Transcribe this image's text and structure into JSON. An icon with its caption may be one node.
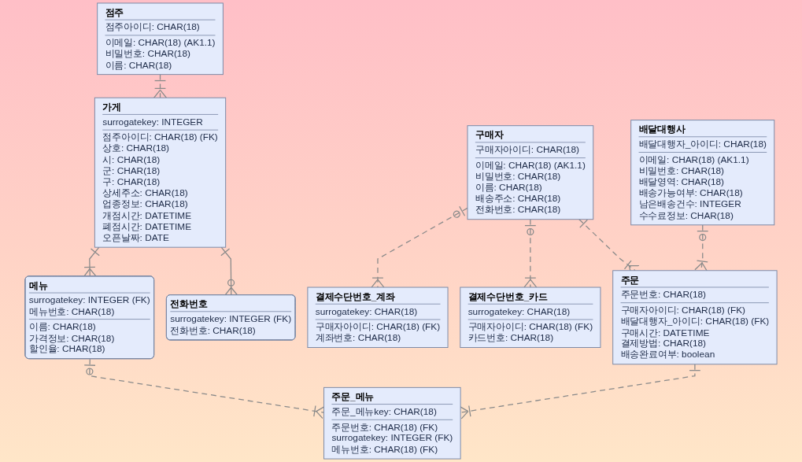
{
  "diagram": {
    "nodes": [
      {
        "text": [
          "점주",
          "점주아이디: CHAR(18)",
          "이메일: CHAR(18) (AK1.1)",
          "비밀번호: CHAR(18)",
          "이름: CHAR(18)"
        ]
      },
      {
        "text": [
          "가게",
          "surrogatekey: INTEGER",
          "점주아이디: CHAR(18) (FK)",
          "상호: CHAR(18)",
          "시: CHAR(18)",
          "군: CHAR(18)",
          "구: CHAR(18)",
          "상세주소: CHAR(18)",
          "업종정보: CHAR(18)",
          "개점시간: DATETIME",
          "폐점시간: DATETIME",
          "오픈날짜: DATE"
        ]
      },
      {
        "text": [
          "전화번호",
          "surrogatekey: INTEGER (FK)",
          "전화번호: CHAR(18)"
        ]
      },
      {
        "text": [
          "구매자",
          "구매자아이디: CHAR(18)",
          "이메일: CHAR(18) (AK1.1)",
          "비밀번호: CHAR(18)",
          "이름: CHAR(18)",
          "배송주소: CHAR(18)",
          "전화번호: CHAR(18)"
        ]
      },
      {
        "text": [
          "결제수단번호_카드",
          "surrogatekey: CHAR(18)",
          "구매자아이디: CHAR(18) (FK)",
          "카드번호: CHAR(18)"
        ]
      },
      {
        "text": [
          "결제수단번호_계좌",
          "surrogatekey: CHAR(18)",
          "구매자아이디: CHAR(18) (FK)",
          "계좌번호: CHAR(18)"
        ]
      },
      {
        "text": [
          "주문",
          "주문번호: CHAR(18)",
          "구매자아이디: CHAR(18) (FK)",
          "배달대행자_아이디: CHAR(18) (FK)",
          "구매시간: DATETIME",
          "결제방법: CHAR(18)",
          "배송완료여부: boolean"
        ]
      },
      {
        "text": [
          "배달대행사",
          "배달대행자_아이디: CHAR(18)",
          "이메일: CHAR(18) (AK1.1)",
          "비밀번호: CHAR(18)",
          "배달영역: CHAR(18)",
          "배송가능여부: CHAR(18)",
          "남은배송건수: INTEGER",
          "수수료정보: CHAR(18)"
        ]
      },
      {
        "text": [
          "메뉴",
          "surrogatekey: INTEGER (FK)",
          "메뉴번호: CHAR(18)",
          "이름: CHAR(18)",
          "가격정보: CHAR(18)",
          "할인율: CHAR(18)"
        ]
      },
      {
        "text": [
          "주문_메뉴",
          "주문_메뉴key: CHAR(18)",
          "주문번호: CHAR(18) (FK)",
          "surrogatekey: INTEGER (FK)",
          "메뉴번호: CHAR(18) (FK)"
        ]
      }
    ],
    "edges": [
      {
        "from": 0,
        "to": 1,
        "arrow": "other",
        "style": "dashed"
      },
      {
        "from": 1,
        "to": 2,
        "arrow": "other"
      },
      {
        "from": 1,
        "to": 8,
        "arrow": "other"
      },
      {
        "from": 3,
        "to": 6,
        "arrow": "other",
        "style": "dashed"
      },
      {
        "from": 3,
        "to": 4,
        "arrow": "other",
        "style": "dashed"
      },
      {
        "from": 3,
        "to": 5,
        "arrow": "other",
        "style": "dashed"
      },
      {
        "from": 7,
        "to": 6,
        "arrow": "other",
        "style": "dashed"
      },
      {
        "from": 6,
        "to": 9,
        "arrow": "other",
        "style": "dashed"
      },
      {
        "from": 8,
        "to": 9,
        "arrow": "other",
        "style": "dashed"
      }
    ]
  }
}
